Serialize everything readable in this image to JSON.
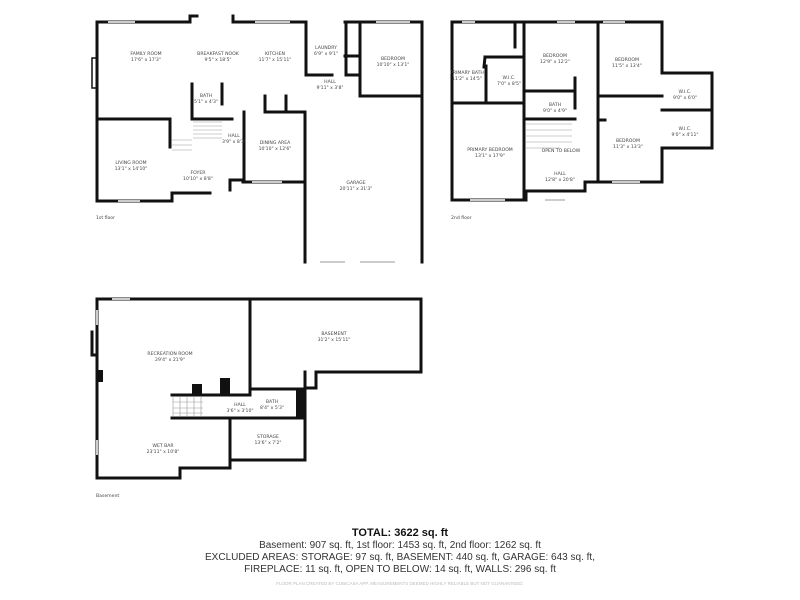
{
  "floors": {
    "first": {
      "label": "1st floor",
      "rooms": [
        {
          "name": "Family Room",
          "dims": "17'6\" x 17'3\""
        },
        {
          "name": "Breakfast Nook",
          "dims": "9'5\" x 18'5\""
        },
        {
          "name": "Kitchen",
          "dims": "11'7\" x 15'11\""
        },
        {
          "name": "Laundry",
          "dims": "6'9\" x 9'1\""
        },
        {
          "name": "Bedroom",
          "dims": "10'10\" x 13'1\""
        },
        {
          "name": "Hall",
          "dims": "9'11\" x 3'8\""
        },
        {
          "name": "Bath",
          "dims": "5'1\" x 4'3\""
        },
        {
          "name": "Hall",
          "dims": "3'9\" x 8'3\""
        },
        {
          "name": "Dining Area",
          "dims": "10'10\" x 12'6\""
        },
        {
          "name": "Living Room",
          "dims": "13'1\" x 14'10\""
        },
        {
          "name": "Foyer",
          "dims": "10'10\" x 8'8\""
        },
        {
          "name": "Garage",
          "dims": "20'11\" x 31'3\""
        }
      ]
    },
    "second": {
      "label": "2nd floor",
      "rooms": [
        {
          "name": "Primary Bath",
          "dims": "11'2\" x 14'5\""
        },
        {
          "name": "W.I.C.",
          "dims": "7'0\" x 8'5\""
        },
        {
          "name": "Bedroom",
          "dims": "12'9\" x 12'2\""
        },
        {
          "name": "Bedroom",
          "dims": "11'5\" x 13'4\""
        },
        {
          "name": "W.I.C.",
          "dims": "9'0\" x 6'0\""
        },
        {
          "name": "Bath",
          "dims": "9'0\" x 4'9\""
        },
        {
          "name": "W.I.C.",
          "dims": "9'0\" x 4'11\""
        },
        {
          "name": "Primary Bedroom",
          "dims": "13'1\" x 17'9\""
        },
        {
          "name": "Open to Below",
          "dims": ""
        },
        {
          "name": "Bedroom",
          "dims": "11'3\" x 13'3\""
        },
        {
          "name": "Hall",
          "dims": "12'8\" x 20'8\""
        }
      ]
    },
    "basement": {
      "label": "Basement",
      "rooms": [
        {
          "name": "Recreation Room",
          "dims": "29'4\" x 21'9\""
        },
        {
          "name": "Basement",
          "dims": "31'2\" x 15'11\""
        },
        {
          "name": "Hall",
          "dims": "3'6\" x 3'10\""
        },
        {
          "name": "Bath",
          "dims": "8'4\" x 5'3\""
        },
        {
          "name": "Storage",
          "dims": "13'6\" x 7'2\""
        },
        {
          "name": "Wet Bar",
          "dims": "23'11\" x 10'8\""
        }
      ]
    }
  },
  "summary": {
    "total": "TOTAL: 3622 sq. ft",
    "line1": "Basement: 907 sq. ft, 1st floor: 1453 sq. ft, 2nd floor: 1262 sq. ft",
    "line2": "EXCLUDED AREAS: STORAGE: 97 sq. ft, BASEMENT: 440 sq. ft, GARAGE: 643 sq. ft,",
    "line3": "FIREPLACE: 11 sq. ft, OPEN TO BELOW: 14 sq. ft, WALLS: 296 sq. ft",
    "disclaimer": "Floor plan created by Cubicasa app. Measurements deemed highly reliable but not guaranteed."
  },
  "colors": {
    "wall": "#111111",
    "window": "#cccccc",
    "text": "#444444"
  }
}
